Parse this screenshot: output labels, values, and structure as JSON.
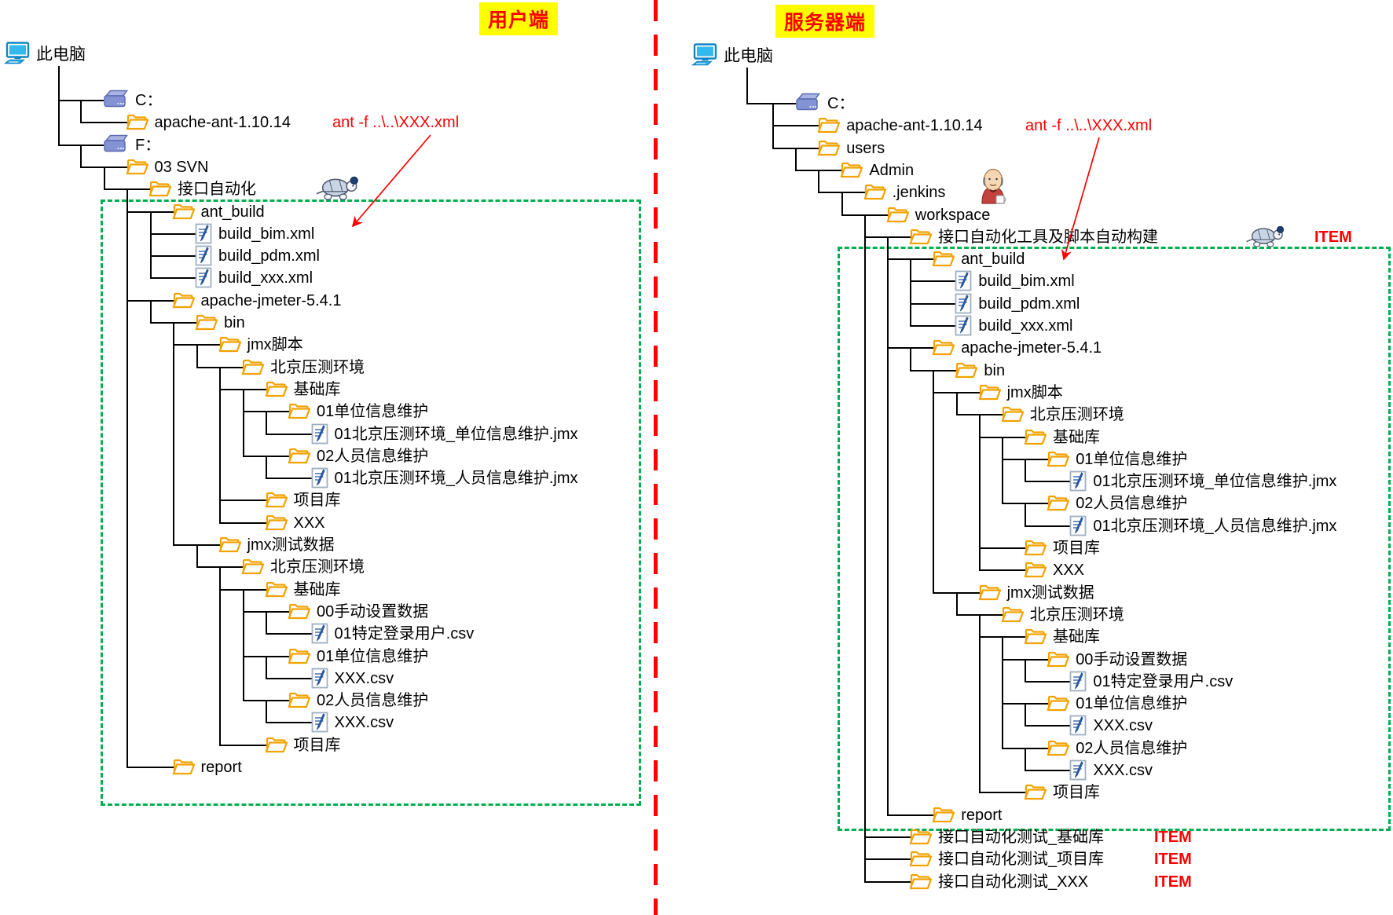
{
  "colors": {
    "annotation_red": "#FE0000",
    "green_dashed_box": "#00AE4F",
    "divider_red": "#FE0000",
    "header_bg": "#FFFF00",
    "folder_stroke": "#F2A202",
    "drive_fill": "#8292D2",
    "computer_blue": "#35B9EC",
    "tree_line": "#000000"
  },
  "headers": {
    "client": "用户端",
    "server": "服务器端"
  },
  "annotations": {
    "client_cmd": "ant -f ..\\..\\XXX.xml",
    "server_cmd": "ant -f ..\\..\\XXX.xml",
    "item": "ITEM"
  },
  "decor_icons": [
    {
      "name": "tortoisesvn-turtle-icon",
      "side": "left"
    },
    {
      "name": "tortoisesvn-turtle-icon",
      "side": "right"
    },
    {
      "name": "jenkins-butler-icon",
      "side": "right"
    }
  ],
  "trees": {
    "left": {
      "root": {
        "label": "此电脑",
        "icon": "computer"
      },
      "nodes": [
        {
          "label": "C：",
          "icon": "drive",
          "d": 1,
          "p": -1
        },
        {
          "label": "apache-ant-1.10.14",
          "icon": "folder",
          "d": 2,
          "p": 0
        },
        {
          "label": "F：",
          "icon": "drive",
          "d": 1,
          "p": -1
        },
        {
          "label": "03 SVN",
          "icon": "folder",
          "d": 2,
          "p": 2
        },
        {
          "label": "接口自动化",
          "icon": "folder",
          "d": 3,
          "p": 3
        },
        {
          "label": "ant_build",
          "icon": "folder",
          "d": 4,
          "p": 4
        },
        {
          "label": "build_bim.xml",
          "icon": "file",
          "d": 5,
          "p": 5
        },
        {
          "label": "build_pdm.xml",
          "icon": "file",
          "d": 5,
          "p": 5
        },
        {
          "label": "build_xxx.xml",
          "icon": "file",
          "d": 5,
          "p": 5
        },
        {
          "label": "apache-jmeter-5.4.1",
          "icon": "folder",
          "d": 4,
          "p": 4
        },
        {
          "label": "bin",
          "icon": "folder",
          "d": 5,
          "p": 9
        },
        {
          "label": "jmx脚本",
          "icon": "folder",
          "d": 6,
          "p": 10
        },
        {
          "label": "北京压测环境",
          "icon": "folder",
          "d": 7,
          "p": 11
        },
        {
          "label": "基础库",
          "icon": "folder",
          "d": 8,
          "p": 12
        },
        {
          "label": "01单位信息维护",
          "icon": "folder",
          "d": 9,
          "p": 13
        },
        {
          "label": "01北京压测环境_单位信息维护.jmx",
          "icon": "file",
          "d": 10,
          "p": 14
        },
        {
          "label": "02人员信息维护",
          "icon": "folder",
          "d": 9,
          "p": 13
        },
        {
          "label": "01北京压测环境_人员信息维护.jmx",
          "icon": "file",
          "d": 10,
          "p": 16
        },
        {
          "label": "项目库",
          "icon": "folder",
          "d": 8,
          "p": 12
        },
        {
          "label": "XXX",
          "icon": "folder",
          "d": 8,
          "p": 12
        },
        {
          "label": "jmx测试数据",
          "icon": "folder",
          "d": 6,
          "p": 10
        },
        {
          "label": "北京压测环境",
          "icon": "folder",
          "d": 7,
          "p": 20
        },
        {
          "label": "基础库",
          "icon": "folder",
          "d": 8,
          "p": 21
        },
        {
          "label": "00手动设置数据",
          "icon": "folder",
          "d": 9,
          "p": 22
        },
        {
          "label": "01特定登录用户.csv",
          "icon": "file",
          "d": 10,
          "p": 23
        },
        {
          "label": "01单位信息维护",
          "icon": "folder",
          "d": 9,
          "p": 22
        },
        {
          "label": "XXX.csv",
          "icon": "file",
          "d": 10,
          "p": 25
        },
        {
          "label": "02人员信息维护",
          "icon": "folder",
          "d": 9,
          "p": 22
        },
        {
          "label": "XXX.csv",
          "icon": "file",
          "d": 10,
          "p": 27
        },
        {
          "label": "项目库",
          "icon": "folder",
          "d": 8,
          "p": 21
        },
        {
          "label": "report",
          "icon": "folder",
          "d": 4,
          "p": 4
        }
      ]
    },
    "right": {
      "root": {
        "label": "此电脑",
        "icon": "computer"
      },
      "nodes": [
        {
          "label": "C：",
          "icon": "drive",
          "d": 1,
          "p": -1
        },
        {
          "label": "apache-ant-1.10.14",
          "icon": "folder",
          "d": 2,
          "p": 0
        },
        {
          "label": "users",
          "icon": "folder",
          "d": 2,
          "p": 0
        },
        {
          "label": "Admin",
          "icon": "folder",
          "d": 3,
          "p": 2
        },
        {
          "label": ".jenkins",
          "icon": "folder",
          "d": 4,
          "p": 3
        },
        {
          "label": "workspace",
          "icon": "folder",
          "d": 5,
          "p": 4
        },
        {
          "label": "接口自动化工具及脚本自动构建",
          "icon": "folder",
          "d": 6,
          "p": 5,
          "tag": "ITEM"
        },
        {
          "label": "ant_build",
          "icon": "folder",
          "d": 7,
          "p": 6
        },
        {
          "label": "build_bim.xml",
          "icon": "file",
          "d": 8,
          "p": 7
        },
        {
          "label": "build_pdm.xml",
          "icon": "file",
          "d": 8,
          "p": 7
        },
        {
          "label": "build_xxx.xml",
          "icon": "file",
          "d": 8,
          "p": 7
        },
        {
          "label": "apache-jmeter-5.4.1",
          "icon": "folder",
          "d": 7,
          "p": 6
        },
        {
          "label": "bin",
          "icon": "folder",
          "d": 8,
          "p": 11
        },
        {
          "label": "jmx脚本",
          "icon": "folder",
          "d": 9,
          "p": 12
        },
        {
          "label": "北京压测环境",
          "icon": "folder",
          "d": 10,
          "p": 13
        },
        {
          "label": "基础库",
          "icon": "folder",
          "d": 11,
          "p": 14
        },
        {
          "label": "01单位信息维护",
          "icon": "folder",
          "d": 12,
          "p": 15
        },
        {
          "label": "01北京压测环境_单位信息维护.jmx",
          "icon": "file",
          "d": 13,
          "p": 16
        },
        {
          "label": "02人员信息维护",
          "icon": "folder",
          "d": 12,
          "p": 15
        },
        {
          "label": "01北京压测环境_人员信息维护.jmx",
          "icon": "file",
          "d": 13,
          "p": 18
        },
        {
          "label": "项目库",
          "icon": "folder",
          "d": 11,
          "p": 14
        },
        {
          "label": "XXX",
          "icon": "folder",
          "d": 11,
          "p": 14
        },
        {
          "label": "jmx测试数据",
          "icon": "folder",
          "d": 9,
          "p": 12
        },
        {
          "label": "北京压测环境",
          "icon": "folder",
          "d": 10,
          "p": 22
        },
        {
          "label": "基础库",
          "icon": "folder",
          "d": 11,
          "p": 23
        },
        {
          "label": "00手动设置数据",
          "icon": "folder",
          "d": 12,
          "p": 24
        },
        {
          "label": "01特定登录用户.csv",
          "icon": "file",
          "d": 13,
          "p": 25
        },
        {
          "label": "01单位信息维护",
          "icon": "folder",
          "d": 12,
          "p": 24
        },
        {
          "label": "XXX.csv",
          "icon": "file",
          "d": 13,
          "p": 27
        },
        {
          "label": "02人员信息维护",
          "icon": "folder",
          "d": 12,
          "p": 24
        },
        {
          "label": "XXX.csv",
          "icon": "file",
          "d": 13,
          "p": 29
        },
        {
          "label": "项目库",
          "icon": "folder",
          "d": 11,
          "p": 23
        },
        {
          "label": "report",
          "icon": "folder",
          "d": 7,
          "p": 6
        },
        {
          "label": "接口自动化测试_基础库",
          "icon": "folder",
          "d": 6,
          "p": 5,
          "tag": "ITEM"
        },
        {
          "label": "接口自动化测试_项目库",
          "icon": "folder",
          "d": 6,
          "p": 5,
          "tag": "ITEM"
        },
        {
          "label": "接口自动化测试_XXX",
          "icon": "folder",
          "d": 6,
          "p": 5,
          "tag": "ITEM"
        }
      ]
    }
  }
}
